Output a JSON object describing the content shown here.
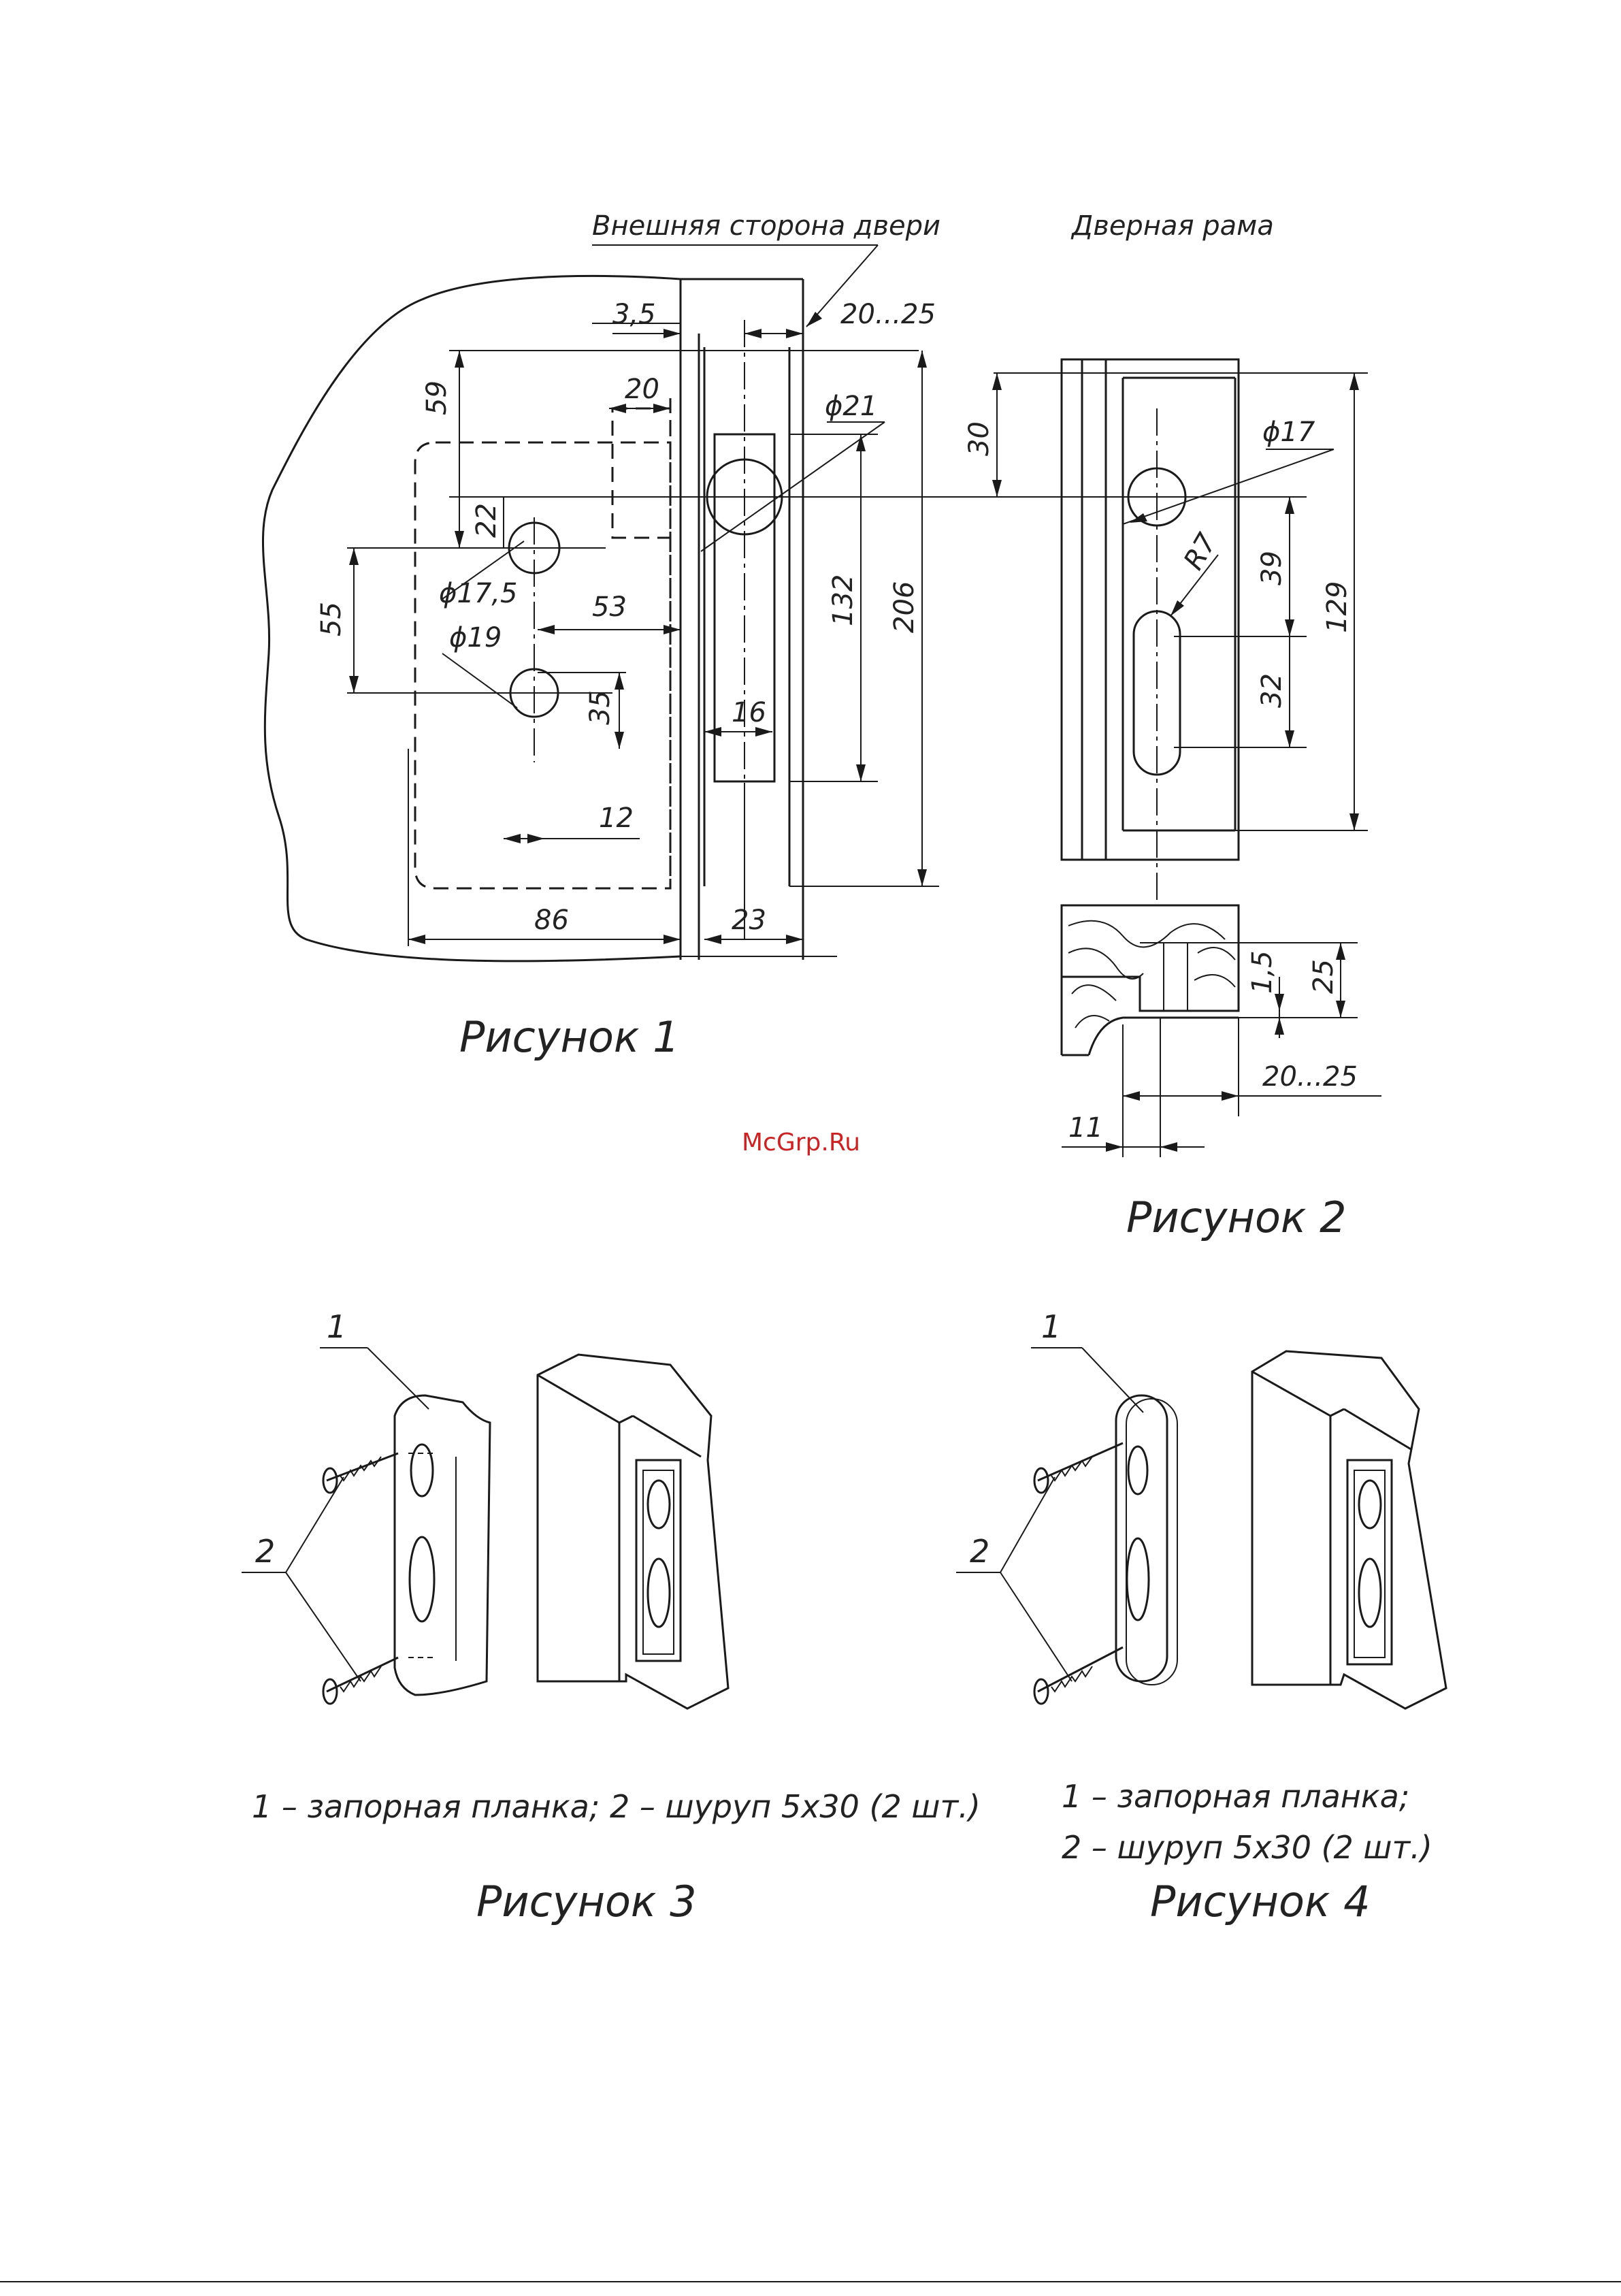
{
  "figure1": {
    "labels": {
      "door_outer_side": "Внешняя сторона двери",
      "caption": "Рисунок 1"
    },
    "dimensions": {
      "d3_5": "3,5",
      "d20_25": "20...25",
      "d20": "20",
      "d59": "59",
      "d21": "ϕ21",
      "d22": "22",
      "d17_5": "ϕ17,5",
      "d55": "55",
      "d53": "53",
      "d132": "132",
      "d206": "206",
      "d19": "ϕ19",
      "d35": "35",
      "d16": "16",
      "d12": "12",
      "d86": "86",
      "d23": "23"
    }
  },
  "figure2": {
    "labels": {
      "door_frame": "Дверная рама",
      "caption": "Рисунок 2"
    },
    "dimensions": {
      "d30": "30",
      "d17": "ϕ17",
      "d7": "R7",
      "d39": "39",
      "d129": "129",
      "d32": "32",
      "d1_5": "1,5",
      "d25": "25",
      "d20_25": "20...25",
      "d11": "11"
    }
  },
  "figure3": {
    "callout_1": "1",
    "callout_2": "2",
    "legend": "1 – запорная планка; 2 – шуруп 5х30 (2 шт.)",
    "caption": "Рисунок 3"
  },
  "figure4": {
    "callout_1": "1",
    "callout_2": "2",
    "legend_line1": "1 – запорная планка;",
    "legend_line2": "2 – шуруп 5х30 (2 шт.)",
    "caption": "Рисунок 4"
  },
  "watermark": "McGrp.Ru"
}
